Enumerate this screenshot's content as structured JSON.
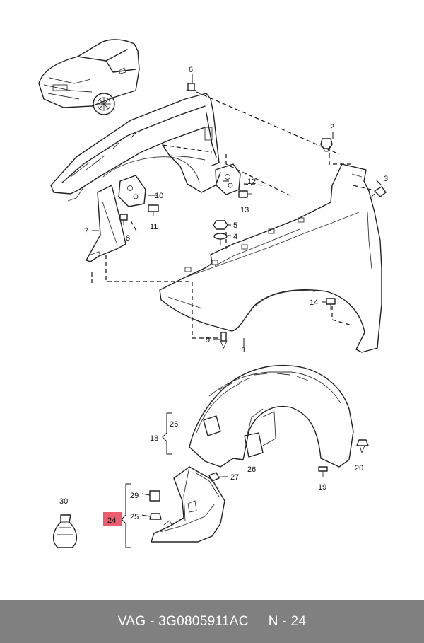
{
  "callouts": {
    "c1": "1",
    "c2": "2",
    "c3": "3",
    "c4": "4",
    "c5": "5",
    "c6": "6",
    "c7": "7",
    "c8": "8",
    "c9": "9",
    "c10": "10",
    "c11": "11",
    "c12": "12",
    "c13": "13",
    "c14": "14",
    "c18": "18",
    "c19": "19",
    "c20": "20",
    "c24": "24",
    "c25": "25",
    "c26a": "26",
    "c26b": "26",
    "c27": "27",
    "c29": "29",
    "c30": "30"
  },
  "highlight": {
    "part": "24",
    "color": "#ea5c6e"
  },
  "footer": {
    "brand": "VAG",
    "separator": " - ",
    "part_number": "3G0805911AC",
    "item_prefix": "N - ",
    "item": "24",
    "bg_color": "#808080"
  }
}
